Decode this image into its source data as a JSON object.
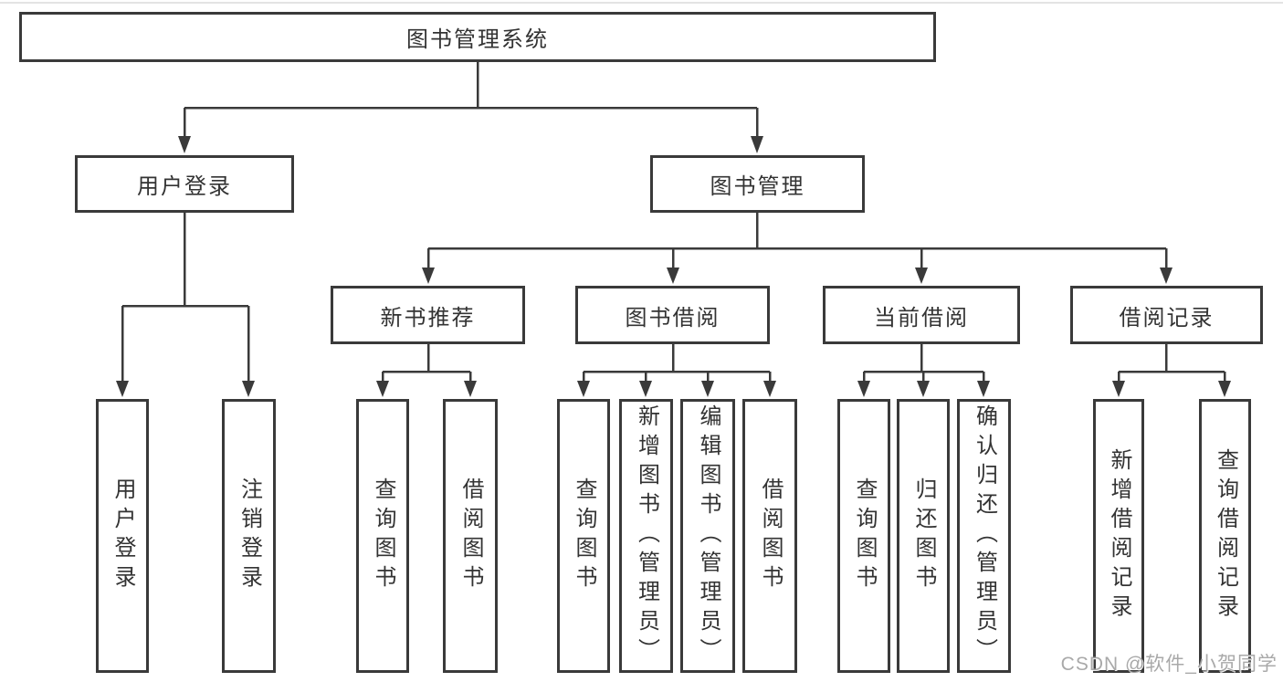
{
  "tree": {
    "label": "图书管理系统",
    "children": [
      {
        "label": "用户登录",
        "children": [
          {
            "label": "用户登录"
          },
          {
            "label": "注销登录"
          }
        ]
      },
      {
        "label": "图书管理",
        "children": [
          {
            "label": "新书推荐",
            "children": [
              {
                "label": "查询图书"
              },
              {
                "label": "借阅图书"
              }
            ]
          },
          {
            "label": "图书借阅",
            "children": [
              {
                "label": "查询图书"
              },
              {
                "label": "新增图书（管理员）"
              },
              {
                "label": "编辑图书（管理员）"
              },
              {
                "label": "借阅图书"
              }
            ]
          },
          {
            "label": "当前借阅",
            "children": [
              {
                "label": "查询图书"
              },
              {
                "label": "归还图书"
              },
              {
                "label": "确认归还（管理员）"
              }
            ]
          },
          {
            "label": "借阅记录",
            "children": [
              {
                "label": "新增借阅记录"
              },
              {
                "label": "查询借阅记录"
              }
            ]
          }
        ]
      }
    ]
  },
  "watermark": {
    "text": "CSDN @软件_小贺同学"
  },
  "colors": {
    "line": "#3a3a3a",
    "box_background": "#ffffff",
    "text": "#333333",
    "watermark": "#a2a2a2"
  }
}
